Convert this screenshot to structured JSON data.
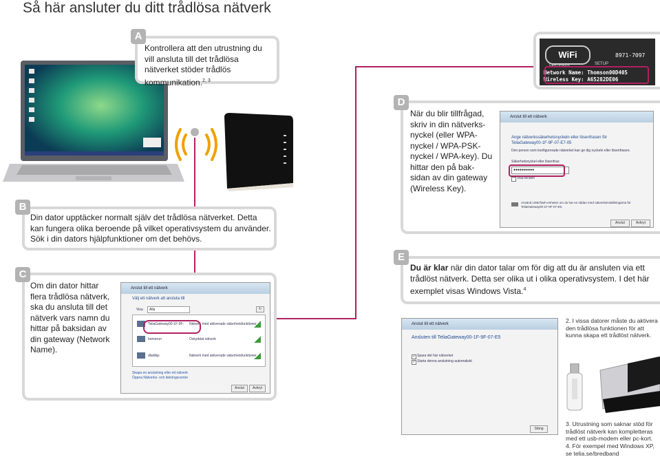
{
  "page_title": "Så här ansluter du ditt trådlösa nätverk",
  "steps": {
    "a": {
      "letter": "A",
      "text": "Kontrollera att den utrustning du vill ansluta till det trådlösa nätverket stöder trådlös kommunikation.",
      "sup": "2, 3"
    },
    "b": {
      "letter": "B",
      "text": "Din dator upptäcker normalt själv det trådlösa nätverket. Detta kan fungera olika beroende på vilket operativsystem du använder. Sök i din dators hjälpfunktioner om det behövs."
    },
    "c": {
      "letter": "C",
      "text": "Om din dator hittar flera trådlösa nätverk, ska du ansluta till det nätverk vars namn du hittar på baksidan av din gateway (Network Name)."
    },
    "d": {
      "letter": "D",
      "text": "När du blir tillfrågad, skriv in din nätverks-nyckel (eller WPA-nyckel / WPA-PSK-nyckel / WPA-key). Du hittar den på bak-sidan av din gateway (Wireless Key)."
    },
    "e": {
      "letter": "E",
      "bold": "Du är klar",
      "text": " när din dator talar om för dig att du är ansluten via ett trådlöst nätverk. Detta ser olika ut i olika operativsystem. I det här exemplet visas Windows Vista.",
      "sup": "4"
    }
  },
  "label": {
    "cert_top": "CERTIFIED®",
    "wifi": "WiFi",
    "setup": "SETUP",
    "code": "8971-7097",
    "network_name": "Network Name: Thomson00D405",
    "wireless_key": "Wireless Key: A65282DE06"
  },
  "dialog_c": {
    "title": "Anslut till ett nätverk",
    "heading": "Välj ett nätverk att ansluta till",
    "show_label": "Visa",
    "show_value": "Alla",
    "networks": [
      {
        "name": "TeliaGateway00-1F-9F-",
        "status": "Nätverk med aktiverade säkerhetsfunktioner"
      },
      {
        "name": "homerun",
        "status": "Oskyddat nätverk"
      },
      {
        "name": "dlaldkjs",
        "status": "Nätverk med aktiverade säkerhetsfunktioner"
      }
    ],
    "link1": "Skapa en anslutning eller ett nätverk",
    "link2": "Öppna Nätverks- och delningscenter",
    "connect": "Anslut",
    "cancel": "Avbryt"
  },
  "dialog_d": {
    "title": "Anslut till ett nätverk",
    "heading": "Ange nätverkssäkerhetsnyckeln eller lösenfrasen för TeliaGateway00-1F-9F-07-E7-05",
    "sub": "Den person som konfigurerade nätverket kan ge dig nyckeln eller lösenfrasen.",
    "field_label": "Säkerhetsnyckel eller lösenfras:",
    "field_value": "●●●●●●●●●●",
    "checkbox": "Visa tecken",
    "usb_note": "Använd USB-flash-enheten om du har en sådan med nätverksinställningarna för TeliaGateway00-1F-9F-07-E5.",
    "connect": "Anslut",
    "cancel": "Avbryt"
  },
  "dialog_e": {
    "title": "Anslut till ett nätverk",
    "heading": "Ansluten till TeliaGateway00-1F-9F-07-E5",
    "check1": "Spara det här nätverket",
    "check2": "Starta denna anslutning automatiskt",
    "close": "Stäng"
  },
  "footnotes": {
    "n2": "2. I vissa datorer måste du aktivera den trådlösa funktionen för att kunna skapa ett trådlöst nätverk.",
    "n3": "3. Utrustning som saknar stöd för trådlöst nätverk kan kompletteras med ett usb-modem eller pc-kort.",
    "n4": "4. För exempel med Windows XP, se telia.se/bredband"
  },
  "colors": {
    "accent": "#b0205f",
    "badge": "#b3b3b3",
    "box_border": "#d8d8d8"
  }
}
